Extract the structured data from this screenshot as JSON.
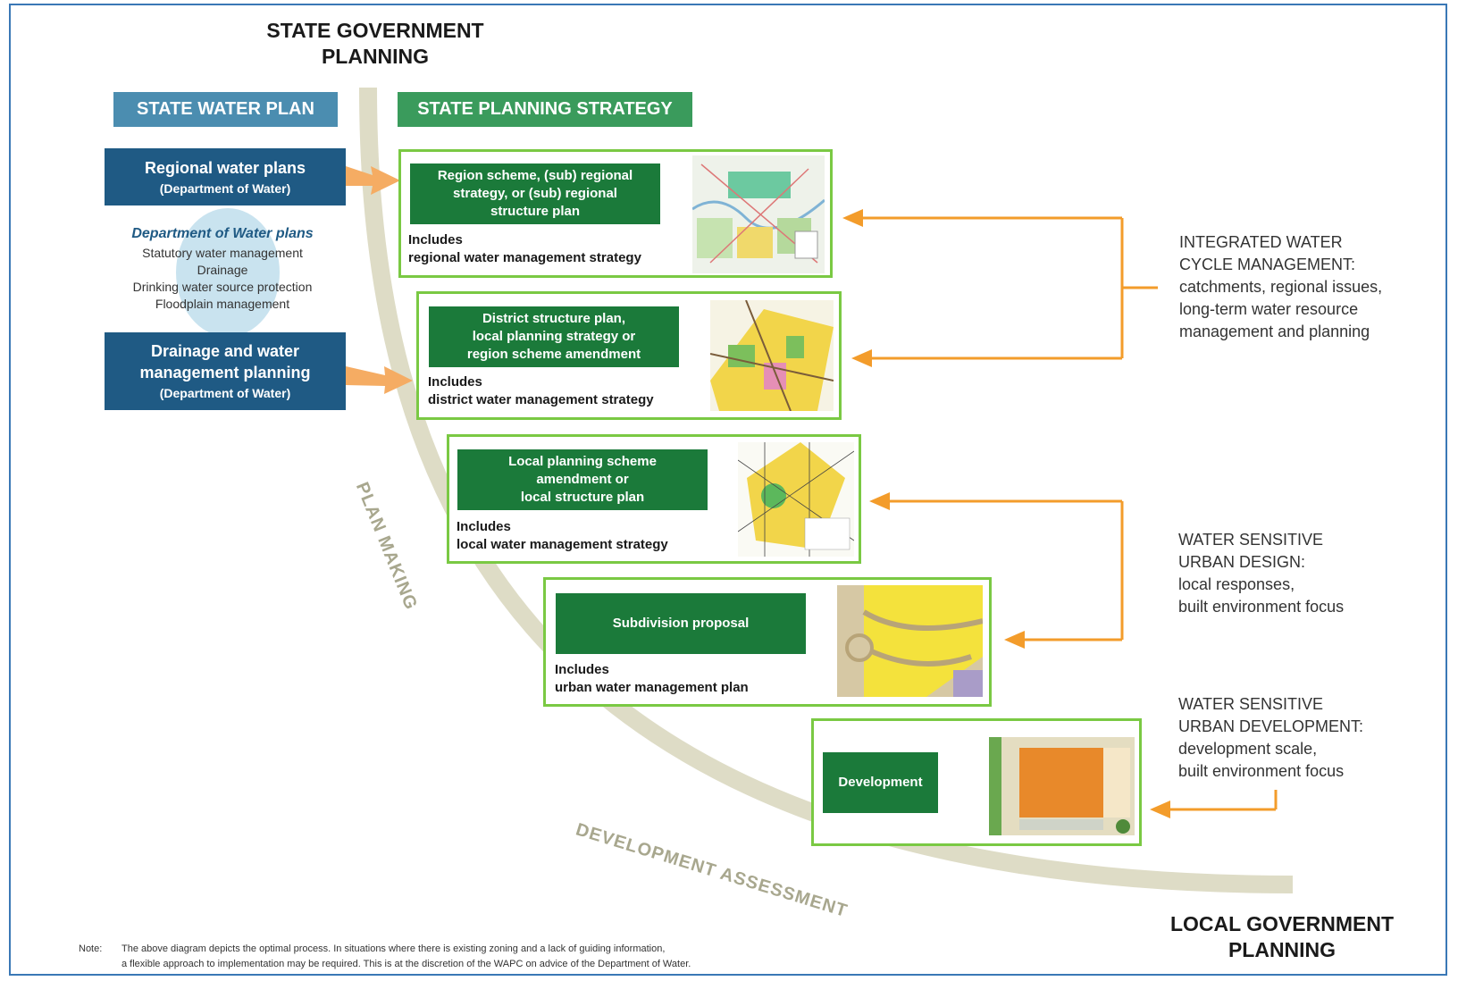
{
  "headings": {
    "state_top": "STATE GOVERNMENT",
    "state_bottom": "PLANNING",
    "local_top": "LOCAL GOVERNMENT",
    "local_bottom": "PLANNING"
  },
  "banners": {
    "state_water_plan": "STATE WATER PLAN",
    "state_planning_strategy": "STATE PLANNING STRATEGY"
  },
  "left": {
    "regional_plans": {
      "title": "Regional water plans",
      "sub": "(Department of Water)"
    },
    "dow_plans": {
      "title": "Department of Water plans",
      "items": [
        "Statutory water management",
        "Drainage",
        "Drinking water source protection",
        "Floodplain management"
      ]
    },
    "drainage": {
      "title_l1": "Drainage and water",
      "title_l2": "management planning",
      "sub": "(Department of Water)"
    }
  },
  "cards": [
    {
      "box_l1": "Region scheme, (sub) regional",
      "box_l2": "strategy, or (sub) regional",
      "box_l3": "structure plan",
      "includes": "Includes",
      "strategy": "regional water management strategy"
    },
    {
      "box_l1": "District structure plan,",
      "box_l2": "local planning strategy or",
      "box_l3": "region scheme amendment",
      "includes": "Includes",
      "strategy": "district water management strategy"
    },
    {
      "box_l1": "Local planning scheme",
      "box_l2": "amendment or",
      "box_l3": "local structure plan",
      "includes": "Includes",
      "strategy": "local water management strategy"
    },
    {
      "box_l1": "Subdivision proposal",
      "includes": "Includes",
      "strategy": "urban water management plan"
    },
    {
      "box_l1": "Development"
    }
  ],
  "curve_labels": {
    "plan_making": "PLAN MAKING",
    "development_assessment": "DEVELOPMENT ASSESSMENT"
  },
  "right": {
    "iwcm": [
      "INTEGRATED WATER",
      "CYCLE MANAGEMENT:",
      "catchments, regional issues,",
      "long-term water resource",
      "management and planning"
    ],
    "wsud": [
      "WATER SENSITIVE",
      "URBAN DESIGN:",
      "local responses,",
      "built environment focus"
    ],
    "wsudev": [
      "WATER SENSITIVE",
      "URBAN DEVELOPMENT:",
      "development scale,",
      "built environment focus"
    ]
  },
  "note": {
    "label": "Note:",
    "line1": "The above diagram depicts the optimal process. In situations where there is existing zoning and a lack of guiding information,",
    "line2": "a flexible approach to implementation may be required. This is at the discretion of the WAPC on advice of the Department of Water."
  },
  "colors": {
    "border": "#3a78b6",
    "steel_banner": "#4b8db0",
    "green_banner": "#3a9b5c",
    "navy_box": "#1f5a84",
    "dark_green_box": "#1b7a3a",
    "card_border": "#7ac943",
    "orange_connector": "#f39c2b",
    "curve": "#d9d7c3"
  }
}
